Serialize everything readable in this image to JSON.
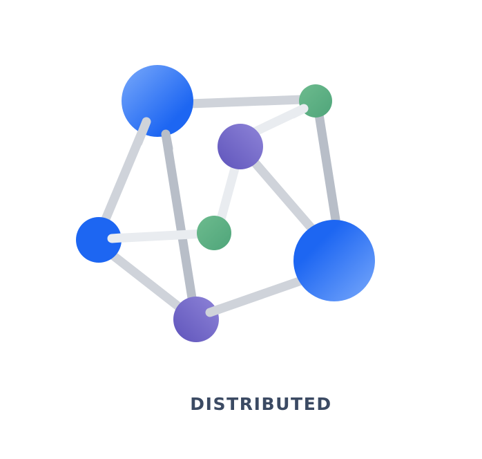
{
  "caption": "DISTRIBUTED",
  "colors": {
    "caption": "#3b4a63",
    "link_dark": "#b8bec8",
    "link_mid": "#cfd3da",
    "link_light": "#e9ecf0",
    "node_blue_light": "#79a9fb",
    "node_blue": "#1d66f2",
    "node_purple_light": "#8e84d8",
    "node_purple": "#5f54bb",
    "node_green_light": "#6dbb8e",
    "node_green": "#4fa57a"
  },
  "nodes": [
    {
      "id": "hub-top-left",
      "color": "blue"
    },
    {
      "id": "top-right",
      "color": "green"
    },
    {
      "id": "center-upper",
      "color": "purple"
    },
    {
      "id": "left",
      "color": "blue"
    },
    {
      "id": "center",
      "color": "green"
    },
    {
      "id": "hub-bottom-right",
      "color": "blue"
    },
    {
      "id": "bottom",
      "color": "purple"
    }
  ],
  "links": [
    {
      "from": "hub-top-left",
      "to": "top-right",
      "shade": "mid"
    },
    {
      "from": "top-right",
      "to": "center-upper",
      "shade": "light"
    },
    {
      "from": "top-right",
      "to": "hub-bottom-right",
      "shade": "dark"
    },
    {
      "from": "hub-top-left",
      "to": "left",
      "shade": "mid"
    },
    {
      "from": "hub-top-left",
      "to": "bottom",
      "shade": "dark"
    },
    {
      "from": "left",
      "to": "center",
      "shade": "light"
    },
    {
      "from": "center",
      "to": "center-upper",
      "shade": "light"
    },
    {
      "from": "center-upper",
      "to": "hub-bottom-right",
      "shade": "mid"
    },
    {
      "from": "left",
      "to": "bottom",
      "shade": "mid"
    },
    {
      "from": "bottom",
      "to": "hub-bottom-right",
      "shade": "mid"
    }
  ]
}
